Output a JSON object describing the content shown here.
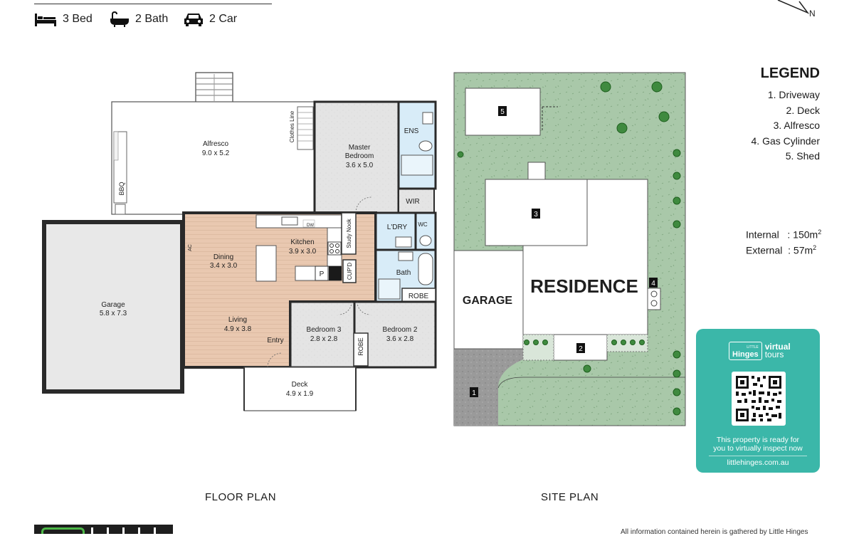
{
  "features": [
    {
      "icon": "bed-icon",
      "label": "3 Bed"
    },
    {
      "icon": "bath-icon",
      "label": "2 Bath"
    },
    {
      "icon": "car-icon",
      "label": "2 Car"
    }
  ],
  "compass": {
    "label": "N"
  },
  "floor_plan": {
    "title": "FLOOR PLAN",
    "rooms": {
      "alfresco": {
        "name": "Alfresco",
        "size": "9.0 x 5.2"
      },
      "master": {
        "name1": "Master",
        "name2": "Bedroom",
        "size": "3.6 x 5.0"
      },
      "ens": "ENS",
      "wir": "WIR",
      "kitchen": {
        "name": "Kitchen",
        "size": "3.9 x 3.0"
      },
      "dining": {
        "name": "Dining",
        "size": "3.4 x 3.0"
      },
      "living": {
        "name": "Living",
        "size": "4.9 x 3.8"
      },
      "garage": {
        "name": "Garage",
        "size": "5.8 x 7.3"
      },
      "laundry": "L'DRY",
      "wc": "WC",
      "bath": "Bath",
      "robe": "ROBE",
      "robe2": "ROBE",
      "bed3": {
        "name": "Bedroom 3",
        "size": "2.8 x 2.8"
      },
      "bed2": {
        "name": "Bedroom 2",
        "size": "3.6 x 2.8"
      },
      "deck": {
        "name": "Deck",
        "size": "4.9 x 1.9"
      },
      "entry": "Entry",
      "study": "Study Nook",
      "cupd": "CUP'D",
      "pantry": "P",
      "bbq": "BBQ",
      "ac": "AC",
      "dw": "DW",
      "clothes_line": "Clothes Line"
    }
  },
  "site_plan": {
    "title": "SITE PLAN",
    "residence": "RESIDENCE",
    "garage": "GARAGE",
    "markers": [
      "1",
      "2",
      "3",
      "4",
      "5"
    ]
  },
  "legend": {
    "title": "LEGEND",
    "items": [
      "1. Driveway",
      "2. Deck",
      "3. Alfresco",
      "4. Gas Cylinder",
      "5. Shed"
    ]
  },
  "areas": {
    "internal_label": "Internal",
    "internal_value": ": 150m",
    "external_label": "External",
    "external_value": ": 57m",
    "unit_sup": "2"
  },
  "virtual_tours": {
    "brand_small": "LITTLE",
    "brand": "Hinges",
    "product1": "virtual",
    "product2": "tours",
    "line1": "This property is ready for",
    "line2": "you to virtually inspect now",
    "url": "littlehinges.com.au"
  },
  "footer": {
    "disclaimer": "All information contained herein is gathered by Little Hinges"
  },
  "colors": {
    "floor_wood": "#e9c8b0",
    "tile_grey": "#e6e6e6",
    "wet_blue": "#d8ecf8",
    "grass": "#a9c8a9",
    "brand_teal": "#3bb7a9",
    "wall": "#2a2a2a"
  }
}
